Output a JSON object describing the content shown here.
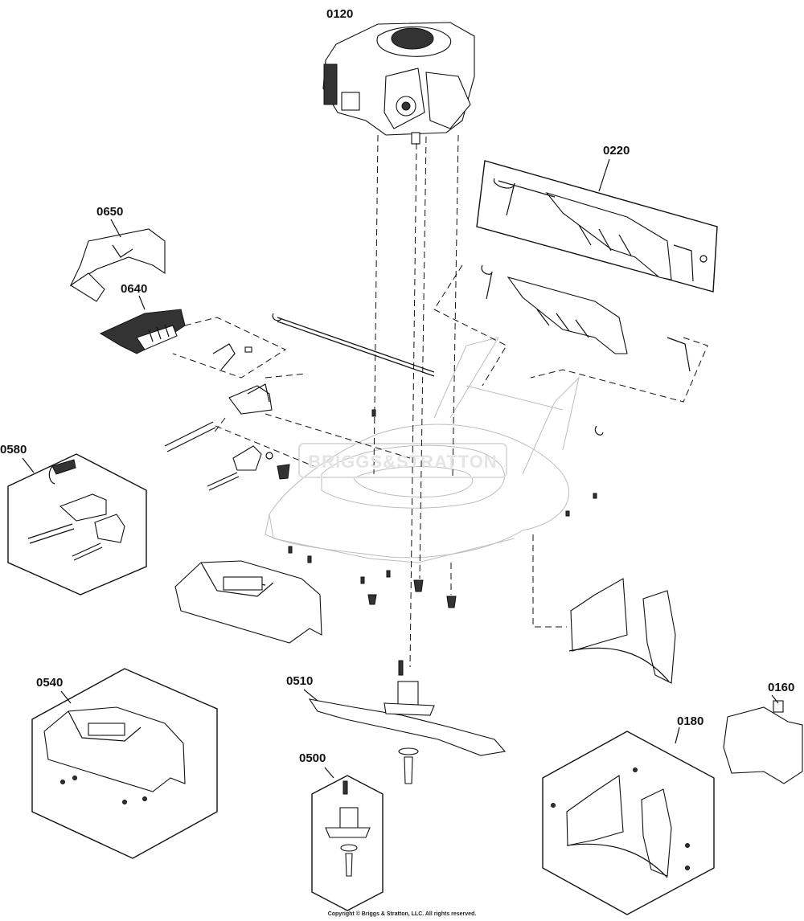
{
  "callouts": {
    "p0120": "0120",
    "p0220": "0220",
    "p0650": "0650",
    "p0640": "0640",
    "p0580": "0580",
    "p0540": "0540",
    "p0510": "0510",
    "p0500": "0500",
    "p0160": "0160",
    "p0180": "0180"
  },
  "watermark": "BRIGGS&STRATTON",
  "copyright": "Copyright © Briggs & Stratton, LLC. All rights reserved."
}
